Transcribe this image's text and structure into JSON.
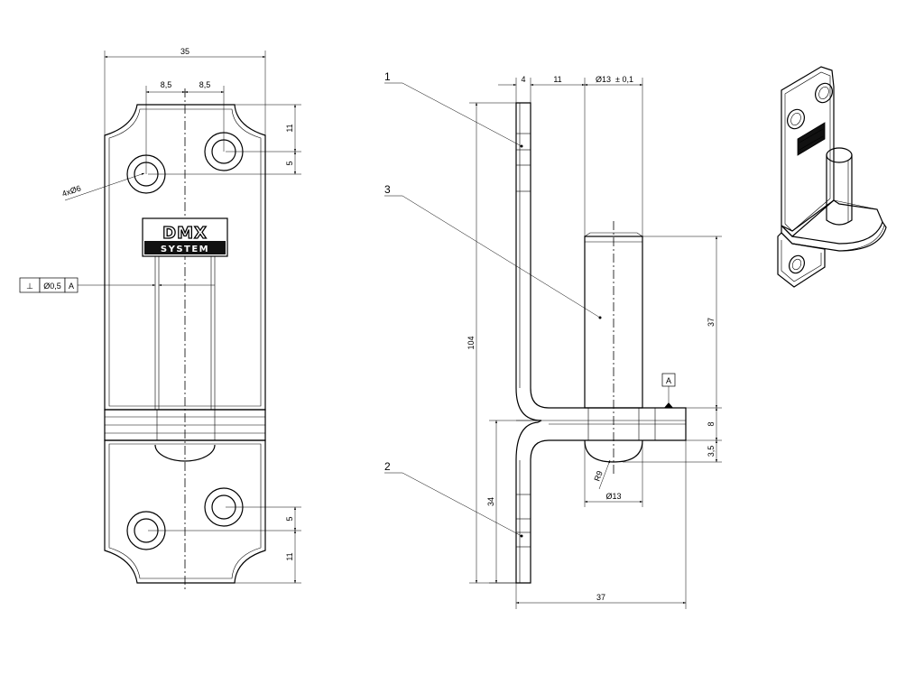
{
  "front_view": {
    "width": "35",
    "hole_offset_left": "8,5",
    "hole_offset_right": "8,5",
    "edge_top": "11",
    "hole_spacing_top": "5",
    "hole_spacing_bottom": "5",
    "edge_bottom": "11",
    "holes": "4xØ6",
    "tolerance_symbol": "⊥",
    "tolerance_value": "Ø0,5",
    "tolerance_datum": "A",
    "logo_line1": "DMX",
    "logo_line2": "SYSTEM"
  },
  "side_view": {
    "thickness": "4",
    "gap": "11",
    "pin_diameter": "Ø13",
    "pin_tolerance": "± 0,1",
    "total_height": "104",
    "pin_length": "37",
    "plate_thickness": "8",
    "lower_offset": "3,5",
    "lower_height": "34",
    "radius": "R9",
    "base_diameter": "Ø13",
    "base_length": "37",
    "datum": "A"
  },
  "callouts": [
    "1",
    "2",
    "3"
  ]
}
